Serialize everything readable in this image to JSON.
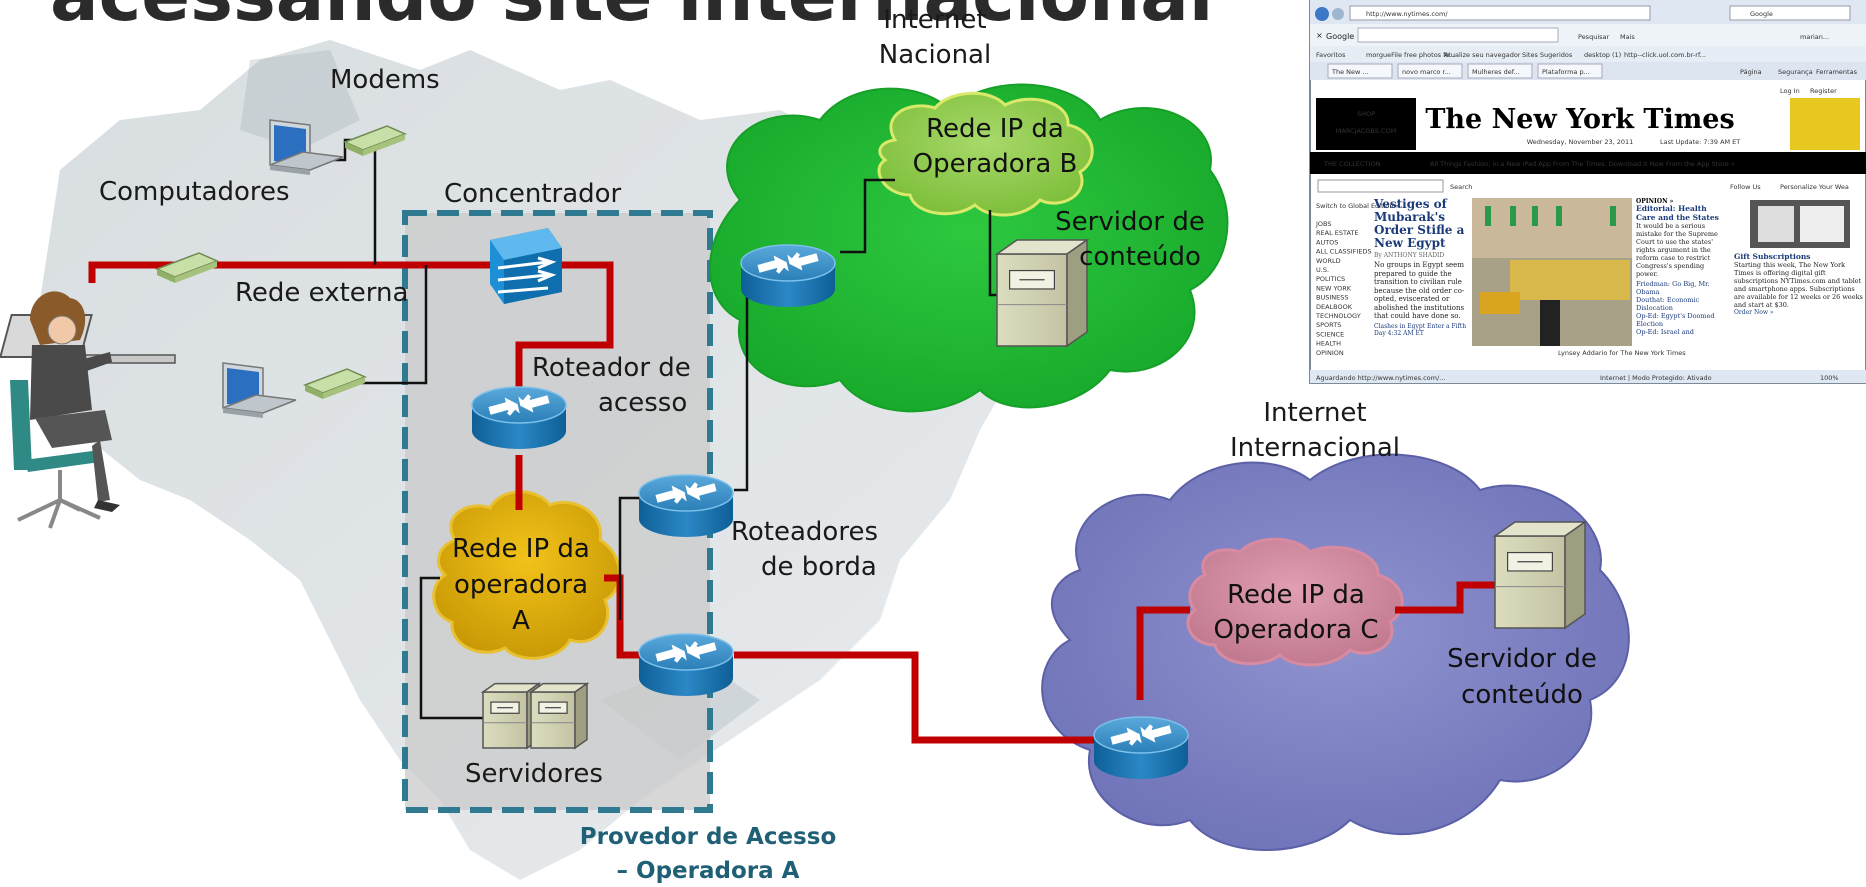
{
  "title": "acessando site internacional",
  "labels": {
    "modems": "Modems",
    "computers": "Computadores",
    "concentrator": "Concentrador",
    "external_network": "Rede externa",
    "access_router_1": "Roteador de",
    "access_router_2": "acesso",
    "ip_network_a_1": "Rede IP da",
    "ip_network_a_2": "operadora",
    "ip_network_a_3": "A",
    "servers": "Servidores",
    "edge_routers_1": "Roteadores",
    "edge_routers_2": "de borda",
    "provider_1": "Provedor de Acesso",
    "provider_2": "– Operadora A",
    "internet_national_1": "Internet",
    "internet_national_2": "Nacional",
    "ip_network_b_1": "Rede IP da",
    "ip_network_b_2": "Operadora B",
    "content_server_b_1": "Servidor de",
    "content_server_b_2": "conteúdo",
    "internet_international_1": "Internet",
    "internet_international_2": "Internacional",
    "ip_network_c_1": "Rede IP da",
    "ip_network_c_2": "Operadora C",
    "content_server_c_1": "Servidor de",
    "content_server_c_2": "conteúdo"
  },
  "browser": {
    "address": "http://www.nytimes.com/",
    "google_label": "Google",
    "search_label": "Pesquisar",
    "more_label": "Mais",
    "user_label": "marian...",
    "favorites_label": "Favoritos",
    "bookmarks": [
      "morgueFile free photos fo...",
      "Atualize seu navegador",
      "Sites Sugeridos",
      "desktop (1)",
      "http--click.uol.com.br-rf..."
    ],
    "tabs": [
      "The New ...",
      "novo marco r...",
      "Mulheres def...",
      "Plataforma p..."
    ],
    "menu_items": [
      "Página",
      "Segurança",
      "Ferramentas"
    ],
    "login": "Log In",
    "register": "Register",
    "ad_shop": "SHOP",
    "ad_brand": "MARCJACOBS.COM",
    "logo": "The New York Times",
    "date": "Wednesday, November 23, 2011",
    "last_update": "Last Update: 7:39 AM ET",
    "collection_label": "THE COLLECTION",
    "collection_text": "All Things Fashion, in a New iPad App From The Times. Download It Now From the App Store »",
    "search_button": "Search",
    "follow_us": "Follow Us",
    "personalize": "Personalize Your Wea",
    "switch_edition": "Switch to Global Edition »",
    "sections": [
      "JOBS",
      "REAL ESTATE",
      "AUTOS",
      "ALL CLASSIFIEDS",
      "WORLD",
      "U.S.",
      "POLITICS",
      "NEW YORK",
      "BUSINESS",
      "DEALBOOK",
      "TECHNOLOGY",
      "SPORTS",
      "SCIENCE",
      "HEALTH",
      "OPINION"
    ],
    "headline": "Vestiges of Mubarak's Order Stifle a New Egypt",
    "byline": "By ANTHONY SHADID",
    "lead": "No groups in Egypt seem prepared to guide the transition to civilian rule because the old order co-opted, eviscerated or abolished the institutions that could have done so.",
    "related": "Clashes in Egypt Enter a Fifth Day 4:32 AM ET",
    "opinion_label": "OPINION »",
    "editorial": "Editorial: Health Care and the States",
    "editorial_text": "It would be a serious mistake for the Supreme Court to use the states' rights argument in the reform case to restrict Congress's spending power.",
    "opinion_items": [
      "Friedman: Go Big, Mr. Obama",
      "Douthat: Economic Dislocation",
      "Op-Ed: Egypt's Doomed Election",
      "Op-Ed: Israel and"
    ],
    "gift_title": "Gift Subscriptions",
    "gift_text": "Starting this week, The New York Times is offering digital gift subscriptions NYTimes.com and tablet and smartphone apps. Subscriptions are available for 12 weeks or 26 weeks and start at $30.",
    "order_now": "Order Now »",
    "photo_credit": "Lynsey Addario for The New York Times",
    "status_text": "Aguardando http://www.nytimes.com/...",
    "zone_text": "Internet | Modo Protegido: Ativado",
    "zoom": "100%"
  }
}
